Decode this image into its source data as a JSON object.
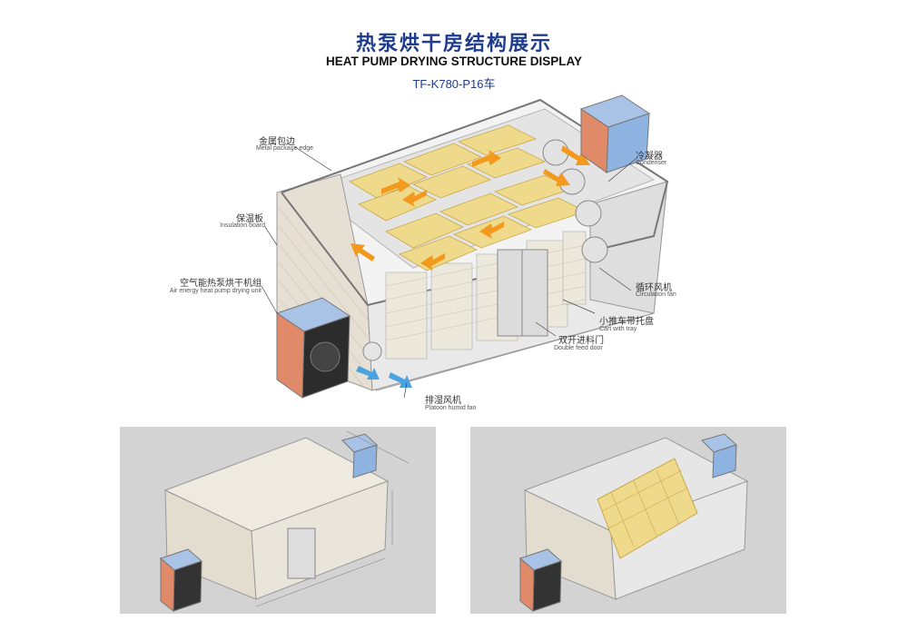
{
  "header": {
    "title_cn": "热泵烘干房结构展示",
    "title_en": "HEAT PUMP DRYING STRUCTURE DISPLAY",
    "model": "TF-K780-P16车"
  },
  "labels": {
    "metal_edge": {
      "cn": "金属包边",
      "en": "Metal package edge"
    },
    "insulation": {
      "cn": "保温板",
      "en": "Insulation board"
    },
    "unit": {
      "cn": "空气能热泵烘干机组",
      "en": "Air energy heat pump drying unit"
    },
    "fan_platoon": {
      "cn": "排湿风机",
      "en": "Platoon humid fan"
    },
    "condenser": {
      "cn": "冷凝器",
      "en": "Condenser"
    },
    "circulation": {
      "cn": "循环风机",
      "en": "Circulation fan"
    },
    "cart": {
      "cn": "小推车带托盘",
      "en": "Cart with tray"
    },
    "door": {
      "cn": "双开进料门",
      "en": "Double feed door"
    }
  },
  "colors": {
    "title": "#1f3d8c",
    "arrow": "#f39a1e",
    "tray": "#efd98a",
    "panel_bg": "#d3d3d3",
    "unit_blue": "#8fb3e0"
  },
  "icons": [
    "airflow-arrow-icon",
    "fan-icon",
    "heat-pump-unit-icon"
  ]
}
